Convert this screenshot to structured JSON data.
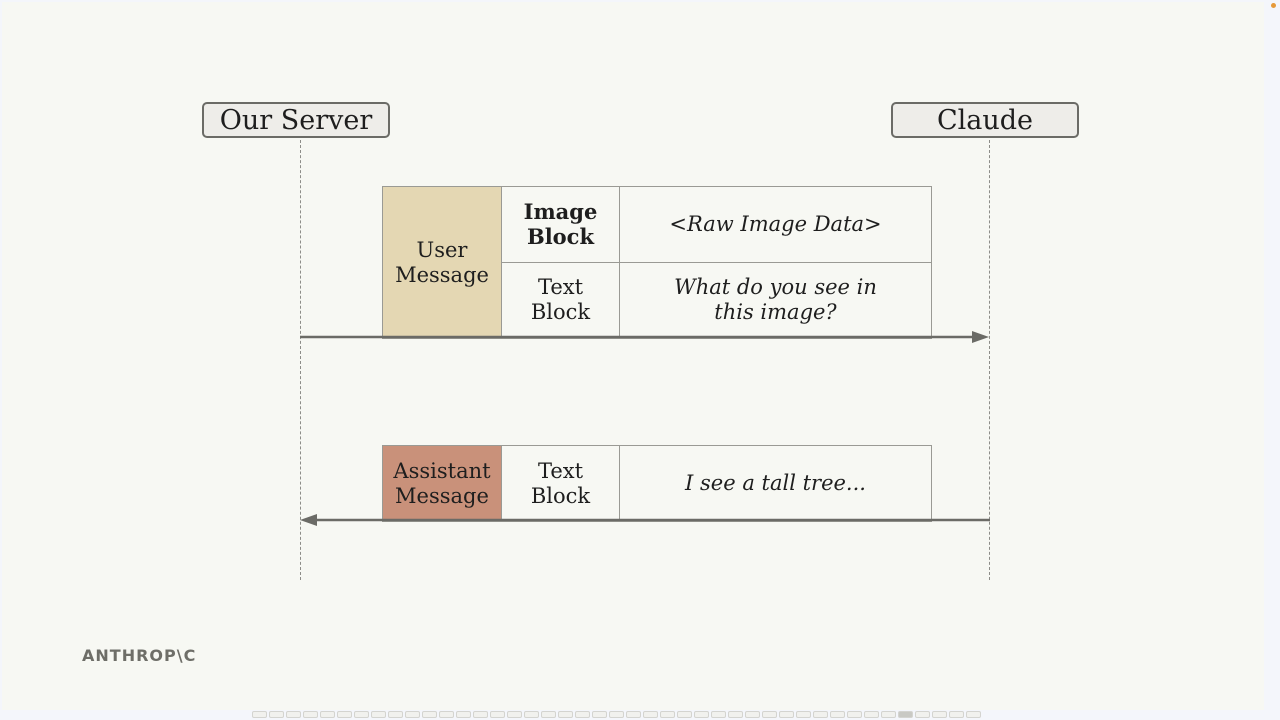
{
  "actors": {
    "server": "Our Server",
    "claude": "Claude"
  },
  "user_message": {
    "role_label": "User\nMessage",
    "blocks": [
      {
        "type_label": "Image\nBlock",
        "content": "<Raw Image Data>"
      },
      {
        "type_label": "Text\nBlock",
        "content": "What do you see in this image?"
      }
    ]
  },
  "assistant_message": {
    "role_label": "Assistant\nMessage",
    "blocks": [
      {
        "type_label": "Text\nBlock",
        "content": "I see a tall tree..."
      }
    ]
  },
  "arrows": {
    "request_direction": "server-to-claude",
    "response_direction": "claude-to-server"
  },
  "brand": {
    "logo_text": "ANTHROP\\C"
  },
  "colors": {
    "user_role": "#e4d7b3",
    "assistant_role": "#c9917a",
    "slide_background": "#f7f8f3",
    "arrow": "#6b6b66"
  },
  "pager": {
    "total": 43,
    "current": 39
  }
}
